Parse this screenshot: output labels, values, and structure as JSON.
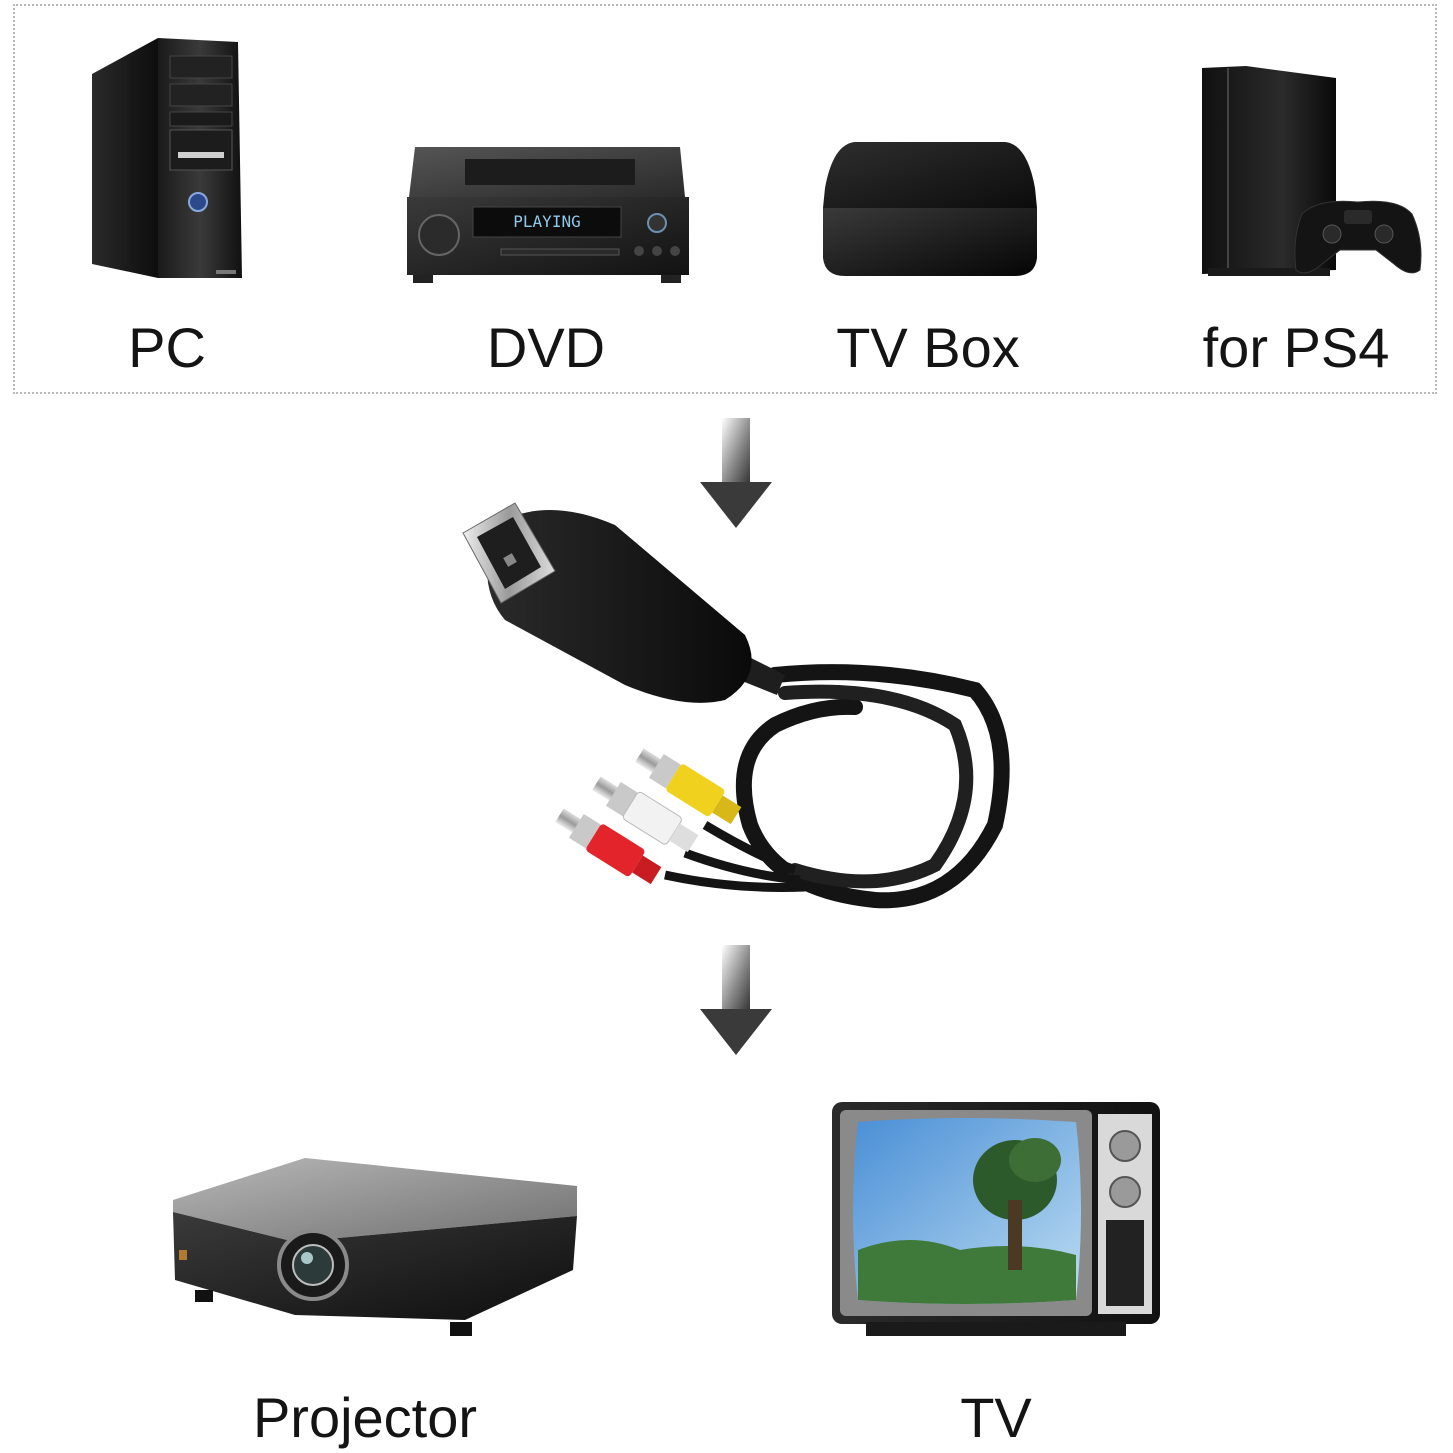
{
  "sources": {
    "pc_label": "PC",
    "dvd_label": "DVD",
    "dvd_display": "PLAYING",
    "tvbox_label": "TV Box",
    "ps4_label": "for PS4"
  },
  "outputs": {
    "projector_label": "Projector",
    "tv_label": "TV"
  },
  "cable": {
    "plug_colors": [
      "#f0d21e",
      "#f2f2f2",
      "#e3242b"
    ]
  }
}
